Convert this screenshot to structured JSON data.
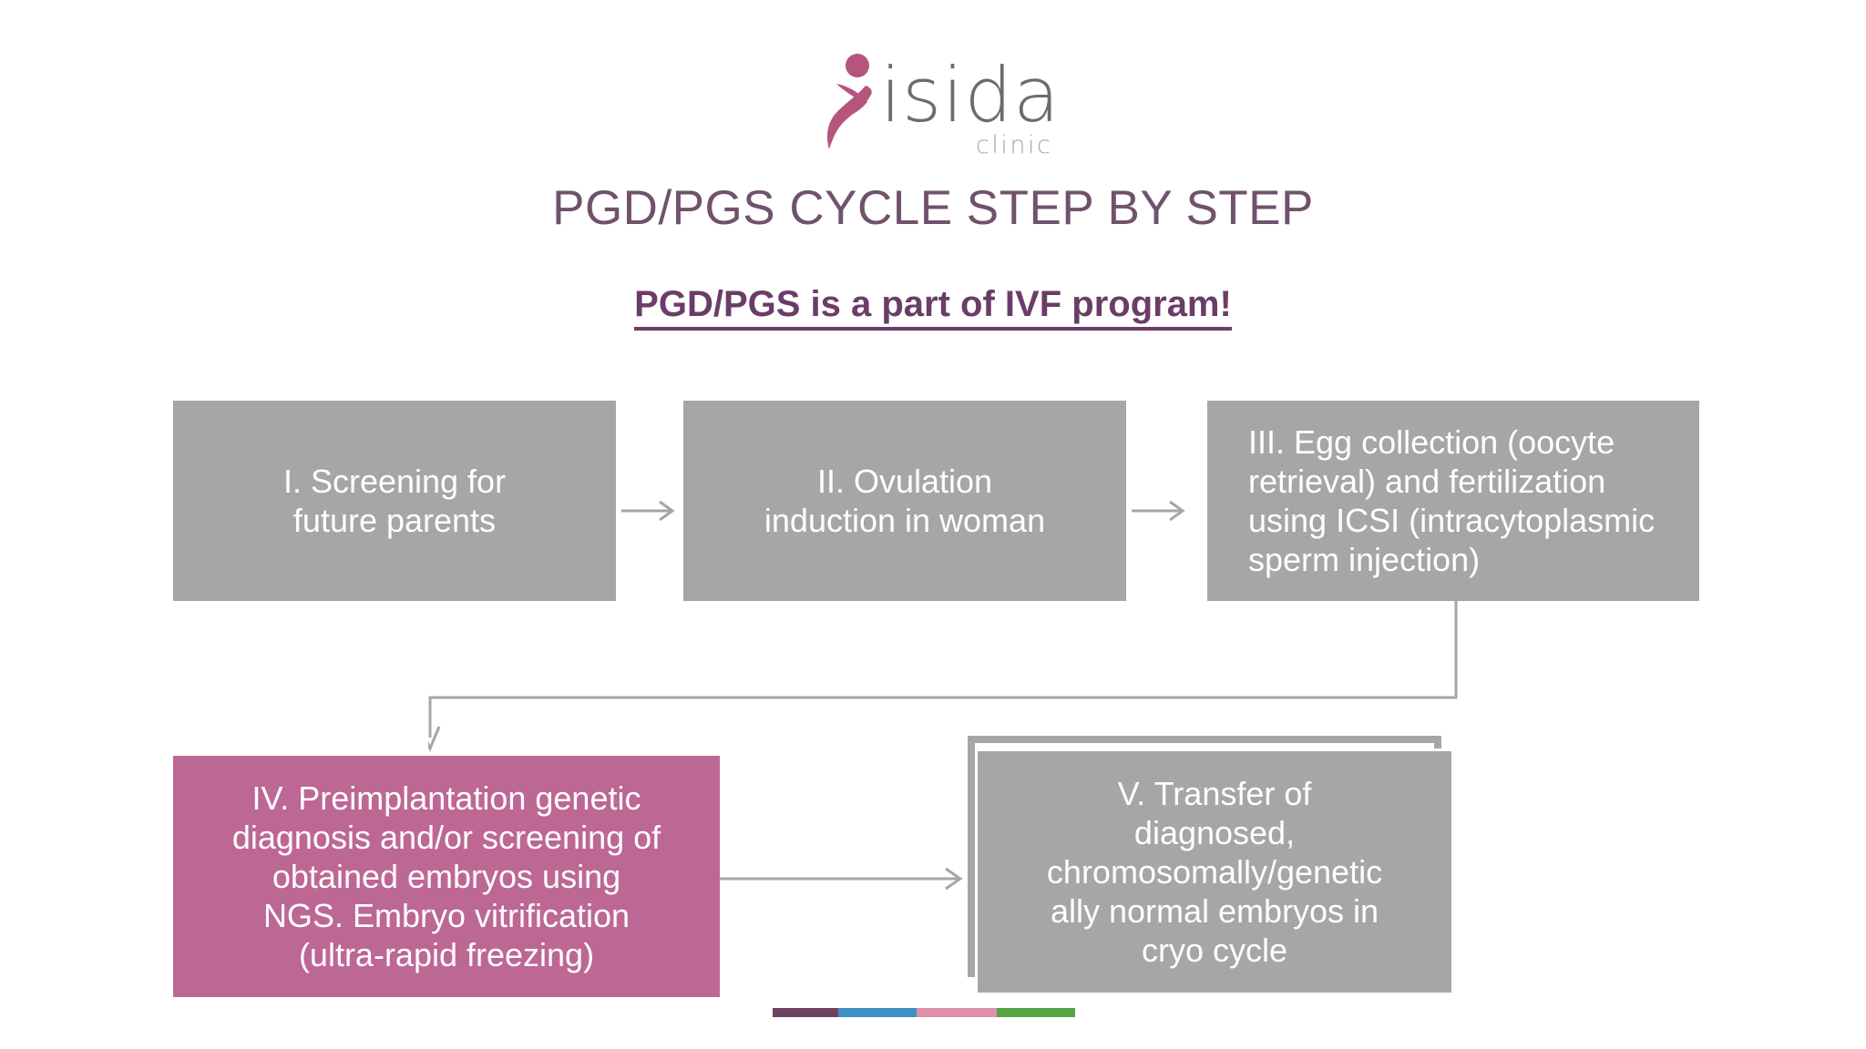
{
  "slide": {
    "background": "#ffffff",
    "title": "PGD/PGS CYCLE STEP BY STEP",
    "title_color": "#70526b",
    "subtitle": "PGD/PGS is a part of IVF program!",
    "subtitle_color": "#6a3d68"
  },
  "logo": {
    "wordmark": "isida",
    "tagline": "clinic",
    "mark_color": "#b5557e",
    "wordmark_color": "#6e6a6d",
    "tagline_color": "#a9a5a8"
  },
  "flow": {
    "box_fill_gray": "#a6a6a6",
    "box_fill_pink": "#bd6795",
    "box_text_color": "#ffffff",
    "connector_color": "#a6a6a6",
    "steps": [
      {
        "id": "step-1",
        "numeral": "I.",
        "text": "I. Screening for future parents",
        "lines": [
          "I. Screening for",
          "future parents"
        ],
        "fill": "#a6a6a6",
        "align": "center"
      },
      {
        "id": "step-2",
        "numeral": "II.",
        "text": "II. Ovulation induction in woman",
        "lines": [
          "II. Ovulation",
          "induction in woman"
        ],
        "fill": "#a6a6a6",
        "align": "center"
      },
      {
        "id": "step-3",
        "numeral": "III.",
        "text": "III. Egg collection (oocyte retrieval) and fertilization using ICSI (intracytoplasmic sperm injection)",
        "lines": [
          "III. Egg collection (oocyte",
          "retrieval) and fertilization",
          "using ICSI (intracytoplasmic",
          "sperm injection)"
        ],
        "fill": "#a6a6a6",
        "align": "left"
      },
      {
        "id": "step-4",
        "numeral": "IV.",
        "text": "IV. Preimplantation genetic diagnosis and/or screening of obtained embryos using NGS. Embryo vitrification (ultra-rapid freezing)",
        "lines": [
          "IV. Preimplantation genetic",
          "diagnosis and/or screening of",
          "obtained embryos using",
          "NGS. Embryo vitrification",
          "(ultra-rapid freezing)"
        ],
        "fill": "#bd6795",
        "align": "center"
      },
      {
        "id": "step-5",
        "numeral": "V.",
        "text": "V. Transfer of diagnosed, chromosomally/genetically normal embryos in cryo cycle",
        "lines": [
          "V. Transfer of",
          "diagnosed,",
          "chromosomally/genetic",
          "ally normal embryos in",
          "cryo cycle"
        ],
        "fill": "#a6a6a6",
        "align": "center"
      }
    ],
    "connectors": [
      {
        "id": "arrow-1-2",
        "from": "step-1",
        "to": "step-2",
        "kind": "straight-right"
      },
      {
        "id": "arrow-2-3",
        "from": "step-2",
        "to": "step-3",
        "kind": "straight-right"
      },
      {
        "id": "elbow-3-4",
        "from": "step-3",
        "to": "step-4",
        "kind": "elbow-down-left-down"
      },
      {
        "id": "arrow-4-5",
        "from": "step-4",
        "to": "step-5",
        "kind": "straight-right"
      }
    ]
  },
  "color_bar": {
    "segments": [
      {
        "name": "purple",
        "color": "#6b4360",
        "width": 72
      },
      {
        "name": "blue",
        "color": "#3d8fc4",
        "width": 86
      },
      {
        "name": "pink",
        "color": "#df8fa7",
        "width": 88
      },
      {
        "name": "green",
        "color": "#55a343",
        "width": 86
      }
    ]
  }
}
